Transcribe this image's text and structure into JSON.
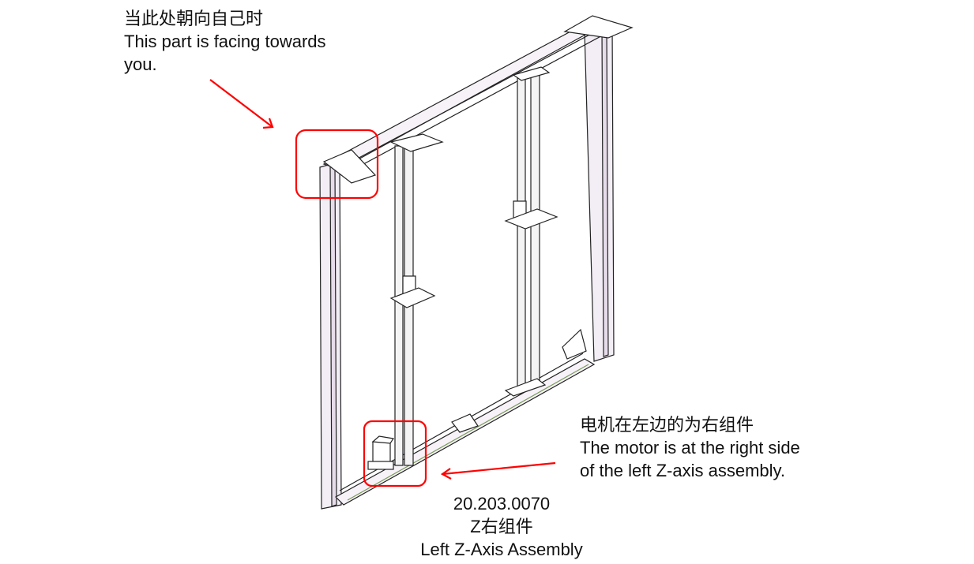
{
  "annotations": {
    "top_note": {
      "zh": "当此处朝向自己时",
      "en_line1": "This part is facing towards",
      "en_line2": "you."
    },
    "right_note": {
      "zh": "电机在左边的为右组件",
      "en_line1": "The motor is at the right side",
      "en_line2": "of the left Z-axis assembly."
    }
  },
  "caption": {
    "part_number": "20.203.0070",
    "zh_name": "Z右组件",
    "en_name": "Left Z-Axis Assembly"
  },
  "colors": {
    "highlight": "#ff0000",
    "line": "#222222",
    "profile_fill": "#e6dcea"
  }
}
